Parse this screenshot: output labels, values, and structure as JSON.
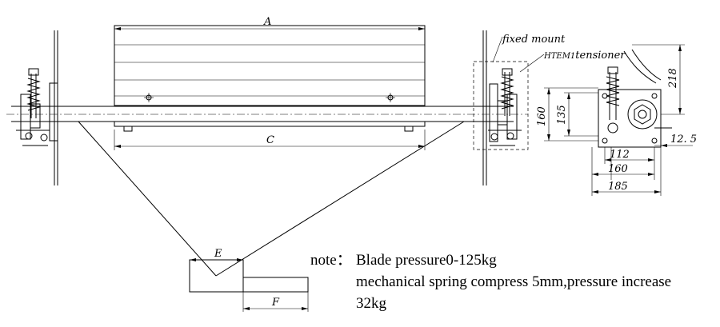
{
  "labels": {
    "dim_a": "A",
    "dim_c": "C",
    "dim_e": "E",
    "dim_f": "F",
    "fixed_mount": "fixed mount",
    "tensioner_prefix": "HTEM1",
    "tensioner_word": "tensioner"
  },
  "side_view_dims": {
    "d218": "218",
    "d160_vertical": "160",
    "d135": "135",
    "d112": "112",
    "d160_horizontal": "160",
    "d185": "185",
    "d12_5": "12. 5"
  },
  "note": {
    "prefix": "note：",
    "line1": "Blade pressure0-125kg",
    "line2": "mechanical spring compress 5mm,pressure increase",
    "line3": "32kg"
  }
}
